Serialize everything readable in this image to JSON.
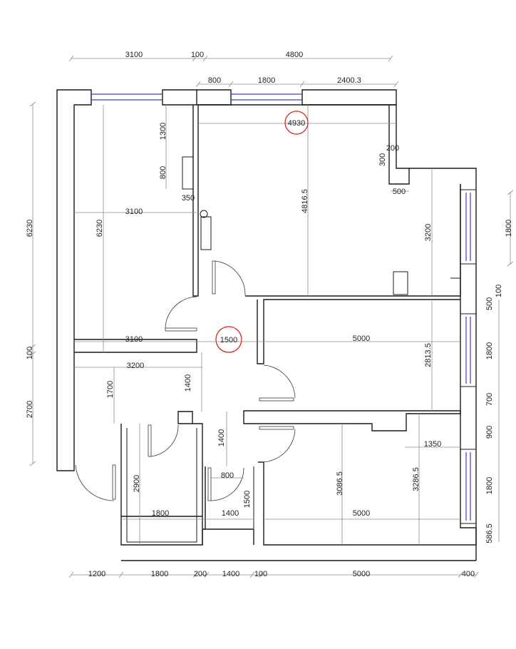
{
  "dimensions": {
    "top_row1": [
      "3100",
      "100",
      "4800"
    ],
    "top_row2": [
      "800",
      "1800",
      "2400.3"
    ],
    "left_outer": [
      "6230",
      "100",
      "2700"
    ],
    "right_outer": [
      "1800",
      "100",
      "500",
      "1800",
      "700",
      "900",
      "1800",
      "586.5"
    ],
    "bottom_row": [
      "1200",
      "1800",
      "200",
      "1400",
      "100",
      "5000",
      "400"
    ],
    "interior": {
      "d4930": "4930",
      "d200": "200",
      "d300": "300",
      "d1300": "1300",
      "d800a": "800",
      "d350": "350",
      "d3100a": "3100",
      "d6230": "6230",
      "d4816": "4816.5",
      "d500": "500",
      "d3200a": "3200",
      "d3100b": "3100",
      "d1500": "1500",
      "d5000a": "5000",
      "d2813": "2813.5",
      "d3200b": "3200",
      "d1400a": "1400",
      "d1700": "1700",
      "d1400b": "1400",
      "d800b": "800",
      "d1350": "1350",
      "d2900": "2900",
      "d3086": "3086.5",
      "d3286": "3286.5",
      "d1500b": "1500",
      "d1800": "1800",
      "d1400c": "1400",
      "d5000b": "5000"
    }
  },
  "highlights": [
    "4930",
    "1500"
  ],
  "colors": {
    "wall": "#1a1a1a",
    "window": "#3a3ad0",
    "dimension": "#8c8c8c",
    "highlight": "#d9261c"
  }
}
